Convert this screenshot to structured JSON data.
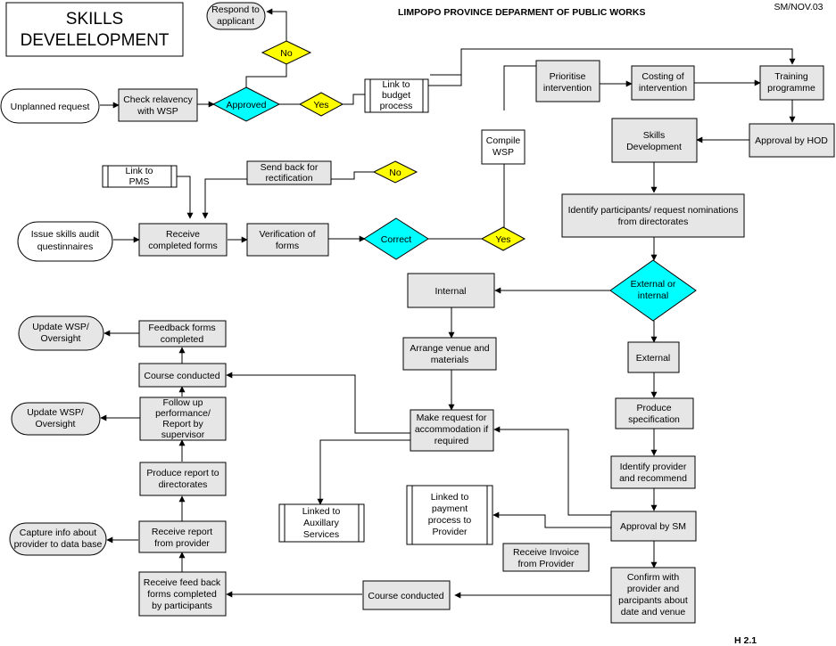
{
  "title_lines": [
    "SKILLS",
    "DEVELELOPMENT"
  ],
  "header": "LIMPOPO PROVINCE DEPARMENT OF PUBLIC WORKS",
  "ref": "SM/NOV.03",
  "page_ref": "H 2.1",
  "nodes": {
    "respond": [
      "Respond to",
      "applicant"
    ],
    "no_top": [
      "No"
    ],
    "unplanned": [
      "Unplanned request"
    ],
    "check_wsp": [
      "Check relavency",
      "with WSP"
    ],
    "approved": [
      "Approved"
    ],
    "yes_top": [
      "Yes"
    ],
    "budget": [
      "Link to",
      "budget",
      "process"
    ],
    "prioritise": [
      "Prioritise",
      "intervention"
    ],
    "costing": [
      "Costing of",
      "intervention"
    ],
    "training": [
      "Training",
      "programme"
    ],
    "approval_hod": [
      "Approval by HOD"
    ],
    "skills_dev": [
      "Skills",
      "Development"
    ],
    "compile_wsp": [
      "Compile",
      "WSP"
    ],
    "link_pms": [
      "Link to",
      "PMS"
    ],
    "send_back": [
      "Send back for",
      "rectification"
    ],
    "no_mid": [
      "No"
    ],
    "issue_audit": [
      "Issue skills audit",
      "questinnaires"
    ],
    "receive_forms": [
      "Receive",
      "completed forms"
    ],
    "verification": [
      "Verification of",
      "forms"
    ],
    "correct": [
      "Correct"
    ],
    "yes_mid": [
      "Yes"
    ],
    "identify_participants": [
      "Identify participants/ request nominations",
      "from directorates"
    ],
    "ext_or_int": [
      "External or",
      "internal"
    ],
    "internal": [
      "Internal"
    ],
    "external": [
      "External"
    ],
    "arrange_venue": [
      "Arrange venue and",
      "materials"
    ],
    "update_wsp_1": [
      "Update WSP/",
      "Oversight"
    ],
    "feedback_completed": [
      "Feedback forms",
      "completed"
    ],
    "course_conducted_1": [
      "Course conducted"
    ],
    "update_wsp_2": [
      "Update WSP/",
      "Oversight"
    ],
    "follow_up": [
      "Follow up",
      "performance/",
      "Report by",
      "supervisor"
    ],
    "make_request": [
      "Make request for",
      "accommodation if",
      "required"
    ],
    "produce_spec": [
      "Produce",
      "specification"
    ],
    "produce_report": [
      "Produce report to",
      "directorates"
    ],
    "identify_provider": [
      "Identify provider",
      "and recommend"
    ],
    "linked_aux": [
      "Linked to",
      "Auxillary",
      "Services"
    ],
    "linked_payment": [
      "Linked to",
      "payment",
      "process  to",
      "Provider"
    ],
    "capture_info": [
      "Capture info about",
      "provider to data base"
    ],
    "receive_report": [
      "Receive report",
      "from provider"
    ],
    "approval_sm": [
      "Approval by SM"
    ],
    "receive_invoice": [
      "Receive Invoice",
      "from Provider"
    ],
    "receive_feedback": [
      "Receive feed back",
      "forms completed",
      "by participants"
    ],
    "course_conducted_2": [
      "Course conducted"
    ],
    "confirm_provider": [
      "Confirm with",
      "provider and",
      "parcipants about",
      "date and venue"
    ]
  },
  "colors": {
    "box_fill": "#e6e6e6",
    "diamond_fill": "#00ffff",
    "yesno_fill": "#ffff00",
    "line": "#000000"
  }
}
